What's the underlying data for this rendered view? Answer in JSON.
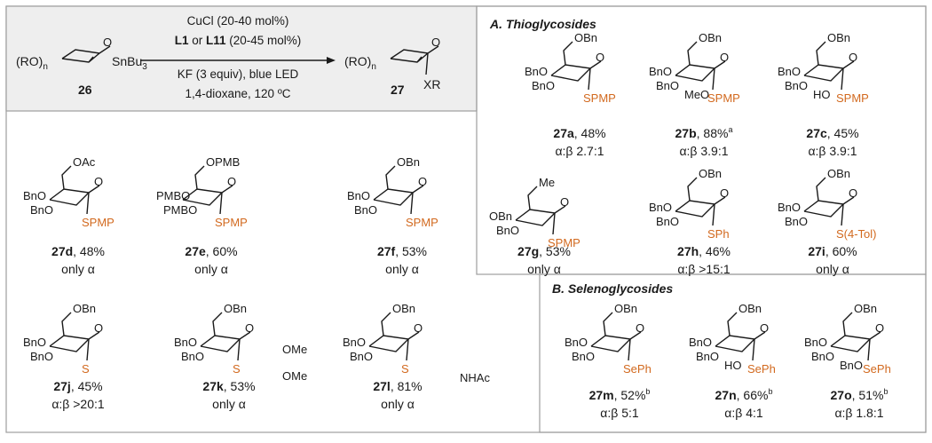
{
  "colors": {
    "heteroatom": "#d2691e",
    "header_box": "#eeeeee",
    "frame": "#9e9e9e"
  },
  "scheme": {
    "reactant_label": "26",
    "reactant_prefix": "(RO)",
    "reactant_n": "n",
    "reactant_group": "SnBu",
    "reactant_group_sub": "3",
    "product_label": "27",
    "product_prefix": "(RO)",
    "product_n": "n",
    "product_group": "XR",
    "cond_line1": "CuCl (20-40 mol%)",
    "cond_line2_a": "L1",
    "cond_line2_b": " or ",
    "cond_line2_c": "L11",
    "cond_line2_d": " (20-45 mol%)",
    "cond_line3": "KF (3 equiv), blue LED",
    "cond_line4": "1,4-dioxane, 120 ºC"
  },
  "section_a_title": "A. Thioglycosides",
  "section_b_title": "B. Selenoglycosides",
  "compounds": [
    {
      "id": "27a",
      "yield": ", 48%",
      "sup": "",
      "ratio": "α:β 2.7:1",
      "sub": "SPMP",
      "c6": "OBn",
      "o3": "BnO",
      "o4": "BnO",
      "c2": ""
    },
    {
      "id": "27b",
      "yield": ", 88%",
      "sup": "a",
      "ratio": "α:β 3.9:1",
      "sub": "SPMP",
      "c6": "OBn",
      "o3": "BnO",
      "o4": "BnO",
      "c2": "MeO"
    },
    {
      "id": "27c",
      "yield": ", 45%",
      "sup": "",
      "ratio": "α:β 3.9:1",
      "sub": "SPMP",
      "c6": "OBn",
      "o3": "BnO",
      "o4": "BnO",
      "c2": "HO"
    },
    {
      "id": "27d",
      "yield": ", 48%",
      "sup": "",
      "ratio": "only α",
      "sub": "SPMP",
      "c6": "OAc",
      "o3": "BnO",
      "o4": "BnO",
      "c2": ""
    },
    {
      "id": "27e",
      "yield": ", 60%",
      "sup": "",
      "ratio": "only α",
      "sub": "SPMP",
      "c6": "OPMB",
      "o3": "PMBO",
      "o4": "PMBO",
      "c2": ""
    },
    {
      "id": "27f",
      "yield": ", 53%",
      "sup": "",
      "ratio": "only α",
      "sub": "SPMP",
      "c6": "OBn",
      "o3": "BnO",
      "o4": "BnO",
      "c2": ""
    },
    {
      "id": "27g",
      "yield": ", 53%",
      "sup": "",
      "ratio": "only α",
      "sub": "SPMP",
      "c6": "Me",
      "o3": "BnO",
      "o4": "OBn",
      "c2": ""
    },
    {
      "id": "27h",
      "yield": ", 46%",
      "sup": "",
      "ratio": "α:β >15:1",
      "sub": "SPh",
      "c6": "OBn",
      "o3": "BnO",
      "o4": "BnO",
      "c2": ""
    },
    {
      "id": "27i",
      "yield": ", 60%",
      "sup": "",
      "ratio": "only α",
      "sub": "S(4-Tol)",
      "c6": "OBn",
      "o3": "BnO",
      "o4": "BnO",
      "c2": ""
    },
    {
      "id": "27j",
      "yield": ", 45%",
      "sup": "",
      "ratio": "α:β >20:1",
      "sub": "S",
      "c6": "OBn",
      "o3": "BnO",
      "o4": "BnO",
      "c2": ""
    },
    {
      "id": "27k",
      "yield": ", 53%",
      "sup": "",
      "ratio": "only α",
      "sub": "S",
      "c6": "OBn",
      "o3": "BnO",
      "o4": "BnO",
      "c2": "",
      "ome1": "OMe",
      "ome2": "OMe"
    },
    {
      "id": "27l",
      "yield": ", 81%",
      "sup": "",
      "ratio": "only α",
      "sub": "S",
      "c6": "OBn",
      "o3": "BnO",
      "o4": "BnO",
      "c2": "",
      "nhac": "NHAc"
    },
    {
      "id": "27m",
      "yield": ", 52%",
      "sup": "b",
      "ratio": "α:β 5:1",
      "sub": "SePh",
      "c6": "OBn",
      "o3": "BnO",
      "o4": "BnO",
      "c2": ""
    },
    {
      "id": "27n",
      "yield": ", 66%",
      "sup": "b",
      "ratio": "α:β 4:1",
      "sub": "SePh",
      "c6": "OBn",
      "o3": "BnO",
      "o4": "BnO",
      "c2": "HO"
    },
    {
      "id": "27o",
      "yield": ", 51%",
      "sup": "b",
      "ratio": "α:β 1.8:1",
      "sub": "SePh",
      "c6": "OBn",
      "o3": "BnO",
      "o4": "BnO",
      "c2": "BnO"
    }
  ]
}
